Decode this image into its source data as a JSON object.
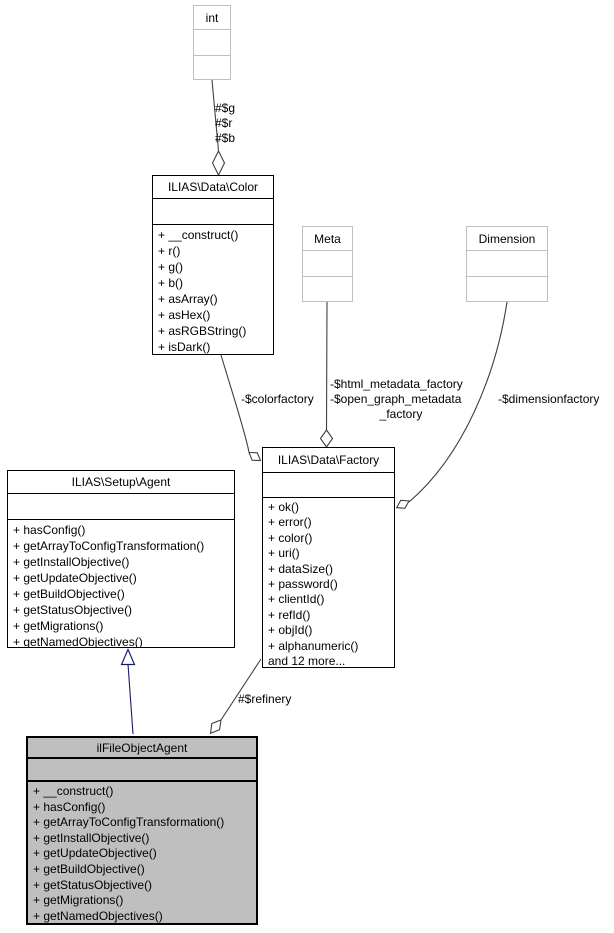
{
  "diagram": {
    "kind": "uml-collaboration-diagram",
    "colors": {
      "edge": "#404040",
      "inheritance_edge": "#191970",
      "current_node_fill": "#bfbfbf",
      "external_node_border": "#bfbfbf"
    },
    "classes": {
      "int": {
        "title": "int",
        "attributes": [],
        "methods": []
      },
      "color": {
        "title": "ILIAS\\Data\\Color",
        "attributes": [],
        "methods": [
          "+ __construct()",
          "+ r()",
          "+ g()",
          "+ b()",
          "+ asArray()",
          "+ asHex()",
          "+ asRGBString()",
          "+ isDark()"
        ]
      },
      "meta": {
        "title": "Meta",
        "attributes": [],
        "methods": []
      },
      "dimension": {
        "title": "Dimension",
        "attributes": [],
        "methods": []
      },
      "factory": {
        "title": "ILIAS\\Data\\Factory",
        "attributes": [],
        "methods": [
          "+ ok()",
          "+ error()",
          "+ color()",
          "+ uri()",
          "+ dataSize()",
          "+ password()",
          "+ clientId()",
          "+ refId()",
          "+ objId()",
          "+ alphanumeric()",
          "and 12 more..."
        ]
      },
      "agent": {
        "title": "ILIAS\\Setup\\Agent",
        "attributes": [],
        "methods": [
          "+ hasConfig()",
          "+ getArrayToConfigTransformation()",
          "+ getInstallObjective()",
          "+ getUpdateObjective()",
          "+ getBuildObjective()",
          "+ getStatusObjective()",
          "+ getMigrations()",
          "+ getNamedObjectives()"
        ]
      },
      "fileagent": {
        "title": "ilFileObjectAgent",
        "attributes": [],
        "methods": [
          "+ __construct()",
          "+ hasConfig()",
          "+ getArrayToConfigTransformation()",
          "+ getInstallObjective()",
          "+ getUpdateObjective()",
          "+ getBuildObjective()",
          "+ getStatusObjective()",
          "+ getMigrations()",
          "+ getNamedObjectives()"
        ]
      }
    },
    "edges": {
      "int_color": {
        "type": "aggregation",
        "labels": [
          "#$g",
          "#$r",
          "#$b"
        ]
      },
      "color_factory": {
        "type": "aggregation",
        "label": "-$colorfactory"
      },
      "meta_factory": {
        "type": "aggregation",
        "labels": [
          "-$html_metadata_factory",
          "-$open_graph_metadata",
          "_factory"
        ]
      },
      "dimension_factory": {
        "type": "aggregation",
        "label": "-$dimensionfactory"
      },
      "factory_fileagent": {
        "type": "aggregation",
        "label": "#$refinery"
      },
      "agent_fileagent": {
        "type": "inheritance",
        "label": ""
      }
    }
  }
}
